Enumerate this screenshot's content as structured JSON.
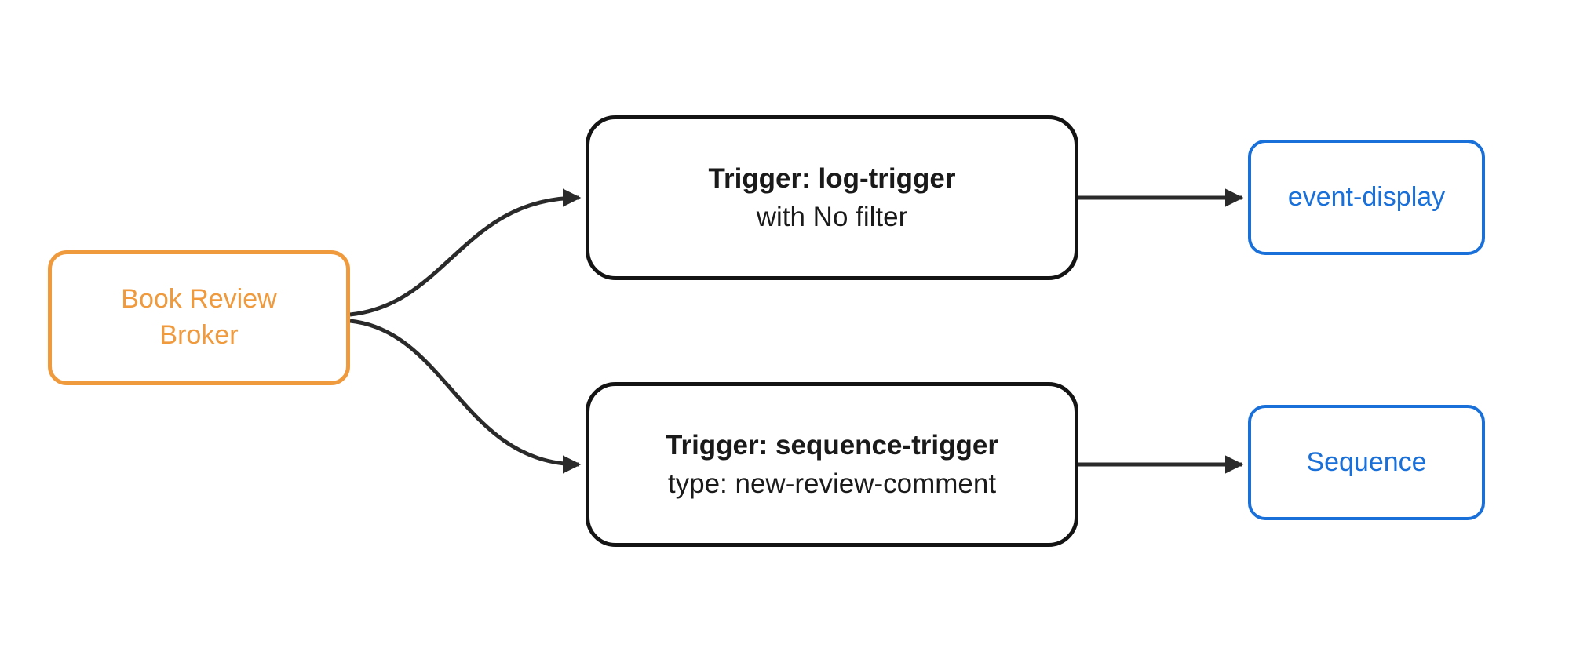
{
  "diagram": {
    "type": "flowchart",
    "direction": "left-to-right",
    "nodes": {
      "broker": {
        "label": "Book Review Broker"
      },
      "trigger_log": {
        "title": "Trigger: log-trigger",
        "subtitle": "with No filter"
      },
      "trigger_sequence": {
        "title": "Trigger: sequence-trigger",
        "subtitle": "type: new-review-comment"
      },
      "event_display": {
        "label": "event-display"
      },
      "sequence": {
        "label": "Sequence"
      }
    },
    "edges": [
      {
        "from": "broker",
        "to": "trigger_log",
        "style": "curved-arrow"
      },
      {
        "from": "broker",
        "to": "trigger_sequence",
        "style": "curved-arrow"
      },
      {
        "from": "trigger_log",
        "to": "event_display",
        "style": "straight-arrow"
      },
      {
        "from": "trigger_sequence",
        "to": "sequence",
        "style": "straight-arrow"
      }
    ],
    "colors": {
      "broker_accent": "#F09A3E",
      "trigger_border": "#141414",
      "sink_accent": "#1A70D9",
      "arrow": "#2a2a2a",
      "background": "#ffffff"
    }
  }
}
